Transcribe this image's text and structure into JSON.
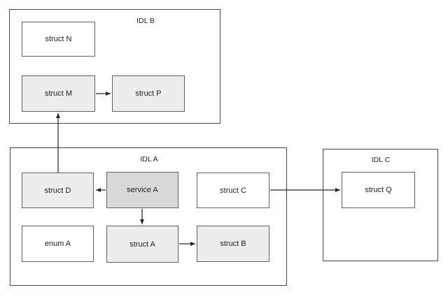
{
  "colors": {
    "background": "#ffffff",
    "container_border": "#474747",
    "node_border": "#616161",
    "node_fill_white": "#ffffff",
    "node_fill_gray": "#ededed",
    "node_fill_service": "#d9d9d9",
    "text": "#1f1f1f",
    "arrow": "#262626"
  },
  "diagram": {
    "containers": {
      "idlB": {
        "label": "IDL B"
      },
      "idlA": {
        "label": "IDL A"
      },
      "idlC": {
        "label": "IDL C"
      }
    },
    "nodes": {
      "structN": {
        "label": "struct N",
        "container": "IDL B",
        "fill": "white"
      },
      "structM": {
        "label": "struct M",
        "container": "IDL B",
        "fill": "gray"
      },
      "structP": {
        "label": "struct P",
        "container": "IDL B",
        "fill": "gray"
      },
      "structD": {
        "label": "struct D",
        "container": "IDL A",
        "fill": "gray"
      },
      "serviceA": {
        "label": "service A",
        "container": "IDL A",
        "fill": "service"
      },
      "structC": {
        "label": "struct C",
        "container": "IDL A",
        "fill": "white"
      },
      "enumA": {
        "label": "enum A",
        "container": "IDL A",
        "fill": "white"
      },
      "structA": {
        "label": "struct A",
        "container": "IDL A",
        "fill": "gray"
      },
      "structB": {
        "label": "struct B",
        "container": "IDL A",
        "fill": "gray"
      },
      "structQ": {
        "label": "struct Q",
        "container": "IDL C",
        "fill": "white"
      }
    },
    "edges": [
      {
        "from": "struct M",
        "to": "struct P"
      },
      {
        "from": "struct D",
        "to": "struct M"
      },
      {
        "from": "service A",
        "to": "struct D"
      },
      {
        "from": "service A",
        "to": "struct A"
      },
      {
        "from": "struct A",
        "to": "struct B"
      },
      {
        "from": "struct C",
        "to": "struct Q"
      }
    ]
  }
}
